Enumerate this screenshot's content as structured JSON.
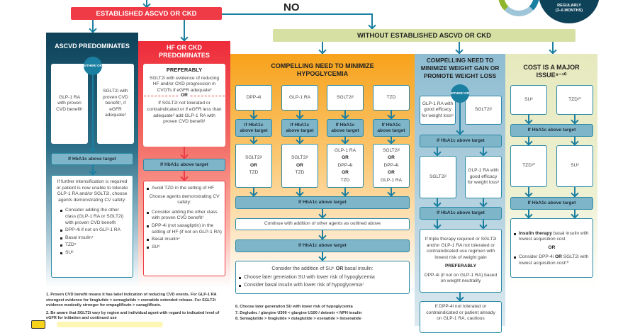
{
  "top": {
    "established": "ESTABLISHED ASCVD OR CKD",
    "no": "NO",
    "without": "WITHOUT ESTABLISHED ASCVD OR CKD",
    "reassess": "REGULARLY (3–6 MONTHS)"
  },
  "hba": "If HbA1c above target",
  "hba_split": [
    "If HbA1c",
    "above target"
  ],
  "either_or": "EITHER/ OR",
  "or": "OR",
  "preferably": "PREFERABLY",
  "ascvd": {
    "title": "ASCVD PREDOMINATES",
    "left": "GLP-1 RA with proven CVD benefit¹",
    "right": "SGLT2i with proven CVD benefit¹, if eGFR adequate²",
    "further": "If further intensification is required or patient is now unable to tolerate GLP-1 RA and/or SGLT2i, choose agents demonstrating CV safety:",
    "items": [
      "Consider adding the other class (GLP-1 RA or SGLT2i) with proven CVD benefit",
      "DPP-4i if not on GLP-1 RA",
      "Basal insulin⁴",
      "TZD⁵",
      "SU⁶"
    ]
  },
  "hf": {
    "title": "HF OR CKD PREDOMINATES",
    "pref_text": "SGLT2i with evidence of reducing HF and/or CKD progression in CVOTs if eGFR adequate³",
    "alt_text": "If SGLT2i not tolerated or contraindicated or if eGFR less than adequate² add GLP-1 RA with proven CVD benefit¹",
    "avoid": "Avoid TZD in the setting of HF",
    "choose": "Choose agents demonstrating CV safety:",
    "items": [
      "Consider adding the other class with proven CVD benefit¹",
      "DPP-4i (not saxagliptin) in the setting of HF (if not on GLP-1 RA)",
      "Basal insulin⁴",
      "SU⁶"
    ]
  },
  "hypo": {
    "title": "COMPELLING NEED TO MINIMIZE HYPOGLYCEMIA",
    "first": [
      "DPP-4i",
      "GLP-1 RA",
      "SGLT2i²",
      "TZD"
    ],
    "second": [
      [
        "SGLT2i²",
        "TZD"
      ],
      [
        "SGLT2i²",
        "TZD"
      ],
      [
        "GLP-1 RA",
        "DPP-4i",
        "TZD"
      ],
      [
        "SGLT2i²",
        "DPP-4i",
        "GLP-1 RA"
      ]
    ],
    "continue": "Continue with addition of other agents as outlined above",
    "consider": "Consider the addition of SU⁶",
    "consider_or": "OR",
    "consider_tail": "basal insulin:",
    "items": [
      "Choose later generation SU with lower risk of hypoglycemia",
      "Consider basal insulin with lower risk of hypoglycemia⁷"
    ]
  },
  "weight": {
    "title": "COMPELLING NEED TO MINIMIZE WEIGHT GAIN OR PROMOTE WEIGHT LOSS",
    "left": "GLP-1 RA with good efficacy for weight loss⁸",
    "right": "SGLT2i²",
    "second_left": "SGLT2i²",
    "second_right": "GLP-1 RA with good efficacy for weight loss⁸",
    "triple": "If triple therapy required or SGLT2i and/or GLP-1 RA not tolerated or contraindicated use regimen with lowest risk of weight gain",
    "dpp": "DPP-4i (if not on GLP-1 RA) based on weight neutrality",
    "last": "If DPP-4i not tolerated or contraindicated or patient already on GLP-1 RA, cautious"
  },
  "cost": {
    "title": "COST IS A MAJOR ISSUE⁹⁻¹⁰",
    "first": [
      "SU⁶",
      "TZD¹⁰"
    ],
    "second": [
      "TZD¹⁰",
      "SU⁶"
    ],
    "ins_bold": "Insulin therapy",
    "ins_text": "basal insulin with lowest acquisition cost",
    "alt_pre": "Consider DPP-4i",
    "alt_or": "OR",
    "alt_text": "SGLT2i with lowest acquisition cost¹⁰"
  },
  "footnotes_left": [
    "1. Proven CVD benefit means it has label indication of reducing CVD events. For GLP-1 RA strongest evidence for liraglutide > semaglutide > exenatide extended release. For SGLT2i evidence modestly stronger for empagliflozin > canagliflozin.",
    "2. Be aware that SGLT2i vary by region and individual agent with regard to indicated level of eGFR for initiation and continued use"
  ],
  "footnotes_mid": [
    "6. Choose later generation SU with lower risk of hypoglycemia",
    "7. Degludec / glargine U300 < glargine U100 / detemir < NPH insulin",
    "8. Semaglutide > liraglutide > dulaglutide > exenatide > lixisenatide"
  ],
  "colors": {
    "red": "#ee3b46",
    "navy": "#0e4259",
    "teal": "#1a7fa0",
    "orange": "#f7a21b",
    "olive": "#d7e0a3",
    "lightblue": "#9fc6d8",
    "paleyellow": "#eef0cf"
  }
}
